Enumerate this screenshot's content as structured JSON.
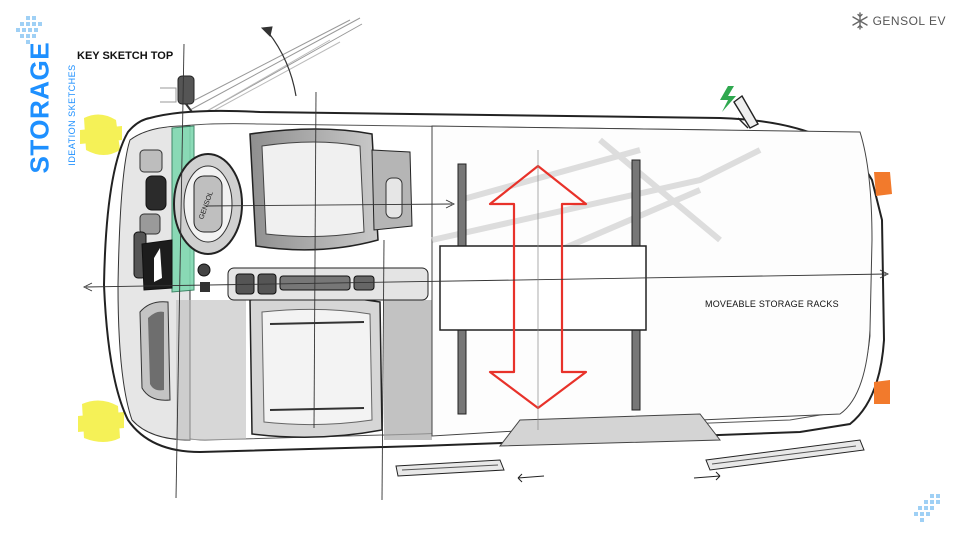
{
  "side_title": {
    "main": "STORAGE",
    "sub": "IDEATION SKETCHES"
  },
  "heading": "KEY SKETCH TOP",
  "brand": {
    "name": "GENSOL EV",
    "icon": "snowflake-logo-icon",
    "color": "#666666"
  },
  "callout": "MOVEABLE STORAGE RACKS",
  "steering_text": "GENSOL",
  "colors": {
    "accent_blue": "#1e90ff",
    "arrow_red": "#e8322a",
    "marker_yellow": "#f4ef3a",
    "light_orange": "#f27a2c",
    "trim_green": "#3fbf8a",
    "bolt_green": "#2fa84f"
  }
}
